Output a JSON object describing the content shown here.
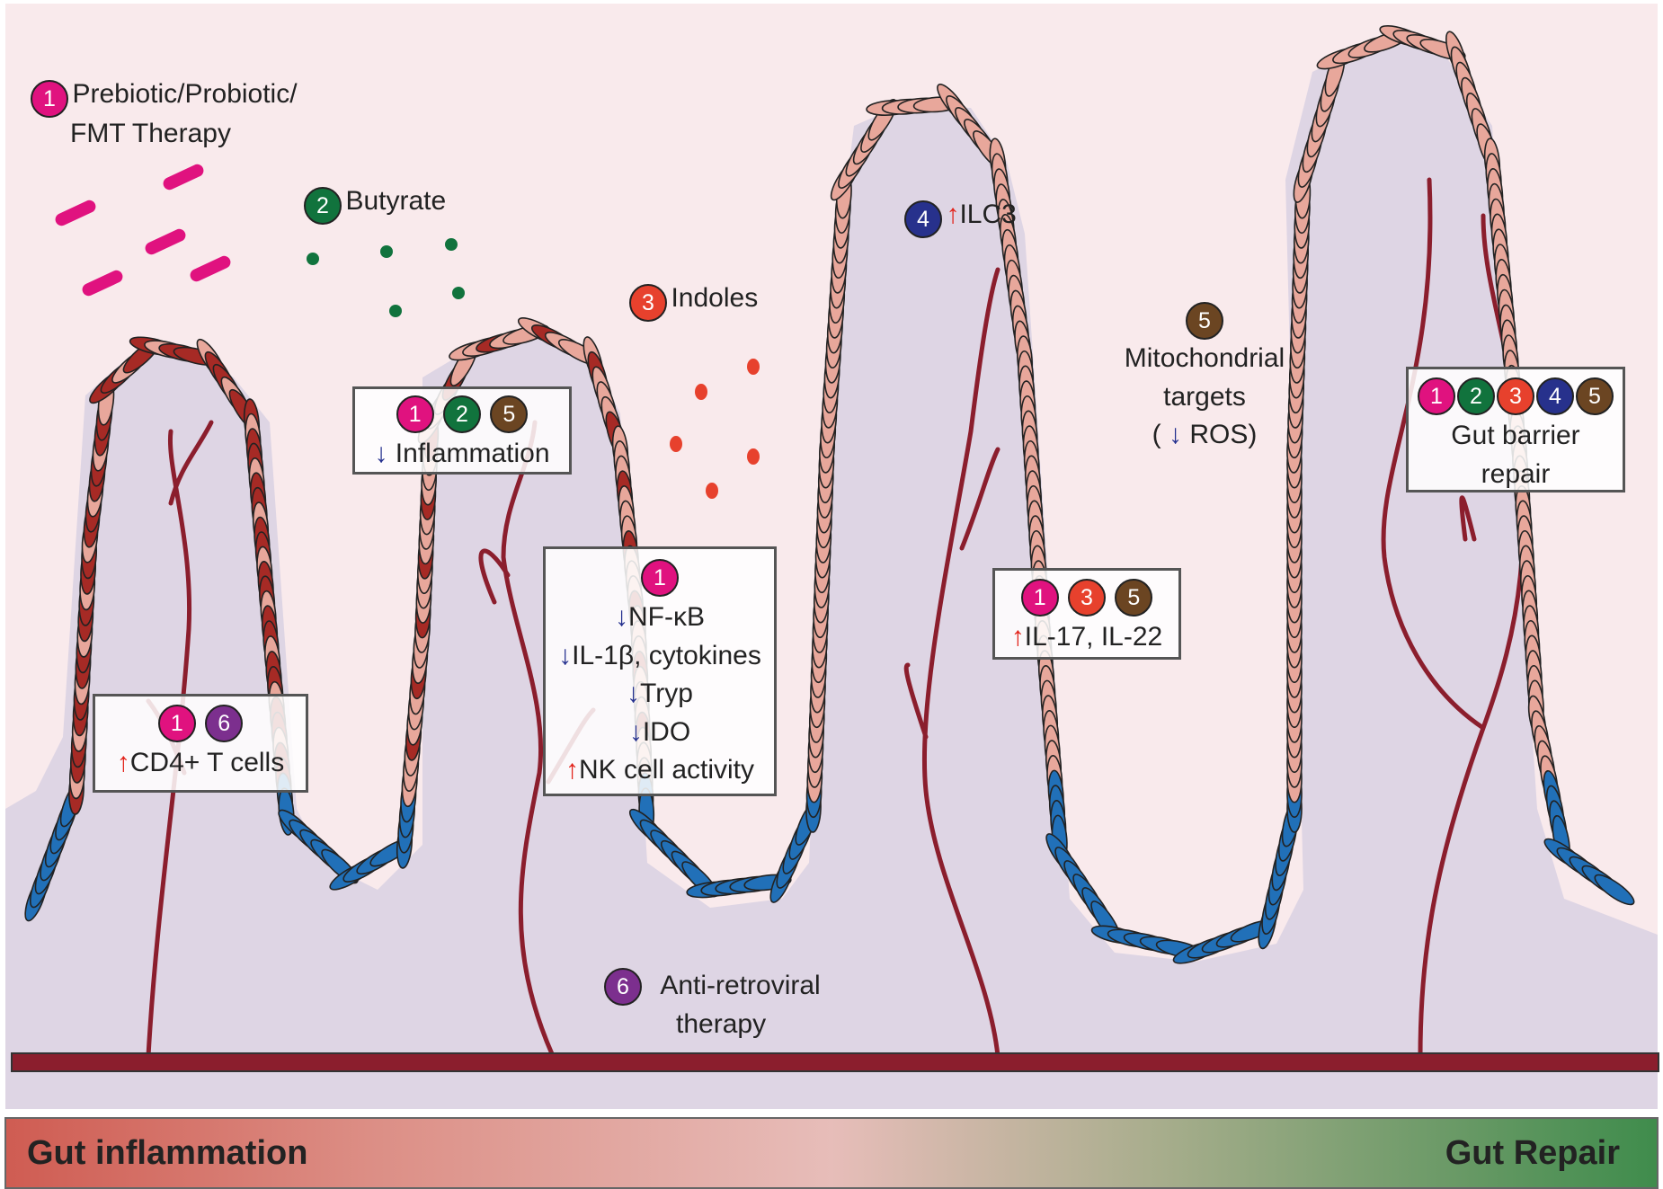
{
  "colors": {
    "therapy_1": "#e0127f",
    "therapy_2": "#11733d",
    "therapy_3": "#e7412d",
    "therapy_4": "#27318c",
    "therapy_5": "#6b4522",
    "therapy_6": "#7c2f8e",
    "arrow_up": "#e2231a",
    "arrow_down": "#25318f",
    "vessel": "#8b1e2d",
    "lumen": "#f9eaec",
    "tissue": "#ded5e4",
    "inflamed_cell": "#a62a25",
    "healthy_cell": "#e8a79b",
    "crypt_cell": "#2170b8",
    "gradient_start": "#cf5c52",
    "gradient_mid": "#e7bdb9",
    "gradient_end": "#3f8c4c"
  },
  "legend": {
    "therapy_1": {
      "number": "1",
      "lines": [
        "Prebiotic/Probiotic/",
        "FMT Therapy"
      ]
    },
    "therapy_2": {
      "number": "2",
      "label": "Butyrate"
    },
    "therapy_3": {
      "number": "3",
      "label": "Indoles"
    },
    "therapy_5": {
      "number": "5",
      "lines": [
        "Mitochondrial",
        "targets"
      ],
      "ros_open": "(",
      "ros_label": "ROS)"
    },
    "therapy_6": {
      "number": "6",
      "lines": [
        "Anti-retroviral",
        "therapy"
      ]
    }
  },
  "effect_boxes": {
    "cd4": {
      "numbers": [
        "1",
        "6"
      ],
      "label": "CD4+ T cells"
    },
    "inflammation": {
      "numbers": [
        "1",
        "2",
        "5"
      ],
      "label": "Inflammation"
    },
    "nfkb": {
      "numbers": [
        "1"
      ],
      "lines": [
        "NF-κB",
        "IL-1β, cytokines",
        "Tryp",
        "IDO"
      ],
      "up_line": "NK cell activity"
    },
    "ilc3": {
      "number": "4",
      "label": "ILC3"
    },
    "il17": {
      "numbers": [
        "1",
        "3",
        "5"
      ],
      "label": "IL-17, IL-22"
    },
    "barrier": {
      "numbers": [
        "1",
        "2",
        "3",
        "4",
        "5"
      ],
      "lines": [
        "Gut barrier",
        "repair"
      ]
    }
  },
  "arrows": {
    "up": "↑",
    "down": "↓"
  },
  "gradient_bar": {
    "left_label": "Gut inflammation",
    "right_label": "Gut Repair"
  },
  "icons": {
    "bacteria": "bacteria-rod-icon",
    "butyrate": "butyrate-dot-icon",
    "indole": "indole-dot-icon"
  }
}
